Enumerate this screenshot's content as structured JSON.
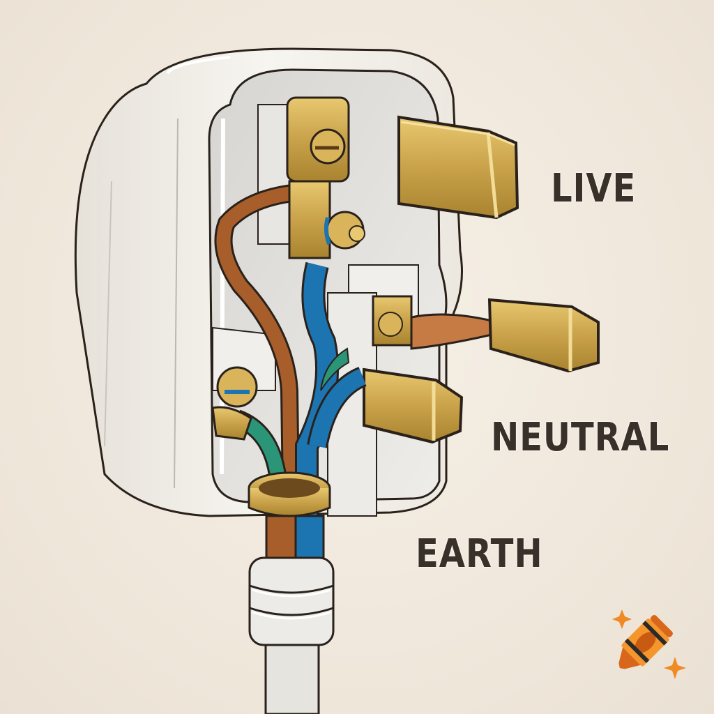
{
  "diagram": {
    "subject": "UK three-pin plug, wiring diagram",
    "labels": {
      "live": "LIVE",
      "neutral": "NEUTRAL",
      "earth": "EARTH"
    },
    "components": [
      {
        "name": "live-pin",
        "color": "#c9a24a"
      },
      {
        "name": "neutral-pin",
        "color": "#c9a24a"
      },
      {
        "name": "earth-pin",
        "color": "#c9a24a"
      },
      {
        "name": "live-wire",
        "color": "#a85e2a"
      },
      {
        "name": "neutral-wire",
        "color": "#1c74b0"
      },
      {
        "name": "earth-wire",
        "color": "#2a9577"
      },
      {
        "name": "cable-grip",
        "color": "#c9a24a"
      },
      {
        "name": "cable-sheath",
        "color": "#e9e6e0"
      }
    ]
  },
  "colors": {
    "background": "#efe7dc",
    "plug_body": "#f4f1ea",
    "brass": "#c9a24a",
    "brown_wire": "#a85e2a",
    "blue_wire": "#1c74b0",
    "green_wire": "#2a9577",
    "label_text": "#3a302a",
    "logo_orange": "#f08a24"
  },
  "logo": {
    "icon": "crayon-icon"
  }
}
